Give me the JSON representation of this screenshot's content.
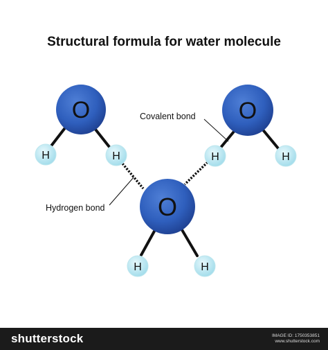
{
  "title": "Structural formula for water molecule",
  "labels": {
    "covalent_bond": "Covalent bond",
    "hydrogen_bond": "Hydrogen bond"
  },
  "atoms": {
    "oxygen_symbol": "O",
    "hydrogen_symbol": "H"
  },
  "colors": {
    "oxygen": "#2f5fbd",
    "oxygen_dark": "#1e3f8f",
    "hydrogen": "#bfeaf3",
    "bond": "#111111",
    "footer_bg": "#1b1b1b"
  },
  "footer": {
    "brand": "shutterstock",
    "image_id": "IMAGE ID: 1750353851",
    "site": "www.shutterstock.com"
  }
}
